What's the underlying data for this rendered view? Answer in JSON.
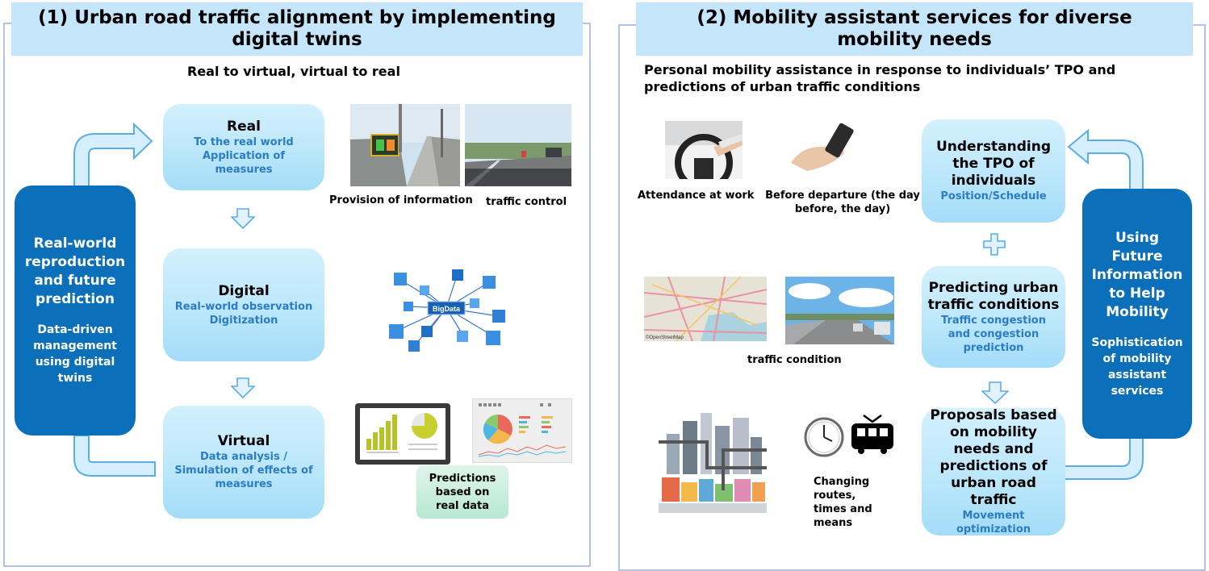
{
  "left": {
    "title": "(1) Urban road traffic alignment by implementing digital twins",
    "subtitle": "Real to virtual, virtual to real",
    "side": {
      "title": "Real-world reproduction and future prediction",
      "sub": "Data-driven management using digital twins"
    },
    "boxes": [
      {
        "title": "Real",
        "sub": "To the real world Application of measures"
      },
      {
        "title": "Digital",
        "sub": "Real-world observation Digitization"
      },
      {
        "title": "Virtual",
        "sub": "Data analysis / Simulation of effects of measures"
      }
    ],
    "captions": {
      "info": "Provision of information",
      "control": "traffic control",
      "predictions": "Predictions based on real data",
      "bigdata": "BigData"
    }
  },
  "right": {
    "title": "(2) Mobility assistant services for diverse mobility needs",
    "subtitle": "Personal mobility assistance in response to individuals’ TPO and predictions of urban traffic conditions",
    "side": {
      "title": "Using Future Information to Help Mobility",
      "sub": "Sophistication of mobility assistant services"
    },
    "boxes": [
      {
        "title": "Understanding the TPO of individuals",
        "sub": "Position/Schedule"
      },
      {
        "title": "Predicting urban traffic conditions",
        "sub": "Traffic congestion and congestion prediction"
      },
      {
        "title": "Proposals based on mobility needs and predictions of urban road traffic",
        "sub": "Movement optimization"
      }
    ],
    "captions": {
      "work": "Attendance at work",
      "departure": "Before departure (the day before, the day)",
      "traffic": "traffic condition",
      "changing": "Changing routes, times and means",
      "osm": "©OpenStreetMap"
    }
  },
  "colors": {
    "title_bg": "#c5e6fa",
    "side_bg": "#0b6fb9",
    "box_sub": "#2a7cc8",
    "arrow": "#5aaee8",
    "panel_border": "#b4c2e6"
  }
}
